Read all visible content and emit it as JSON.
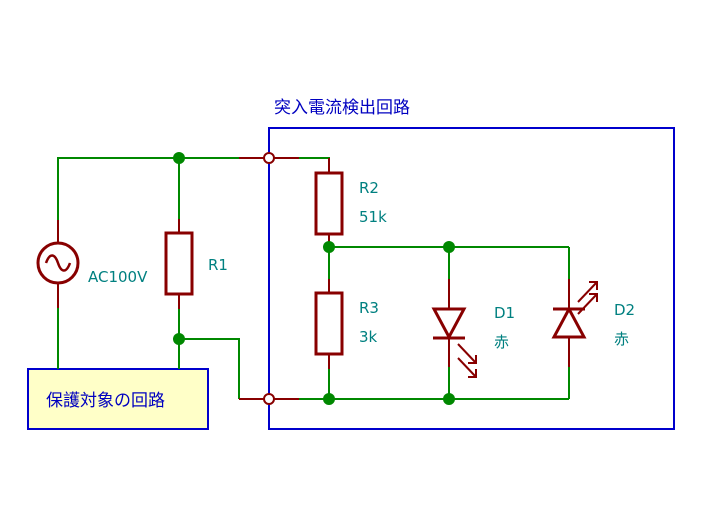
{
  "diagram": {
    "type": "circuit-schematic",
    "detector_box_title": "突入電流検出回路",
    "protected_box_label": "保護対象の回路",
    "colors": {
      "wire": "#008800",
      "component": "#880000",
      "box_border": "#0000cc",
      "label_text": "#008080",
      "title_text": "#0000c0",
      "protected_fill": "#ffffc8"
    },
    "components": {
      "ac_source": {
        "name": "AC100V",
        "icon": "ac-source-icon"
      },
      "r1": {
        "ref": "R1",
        "value": ""
      },
      "r2": {
        "ref": "R2",
        "value": "51k"
      },
      "r3": {
        "ref": "R3",
        "value": "3k"
      },
      "d1": {
        "ref": "D1",
        "value": "赤",
        "icon": "led-icon"
      },
      "d2": {
        "ref": "D2",
        "value": "赤",
        "icon": "led-icon"
      }
    }
  }
}
